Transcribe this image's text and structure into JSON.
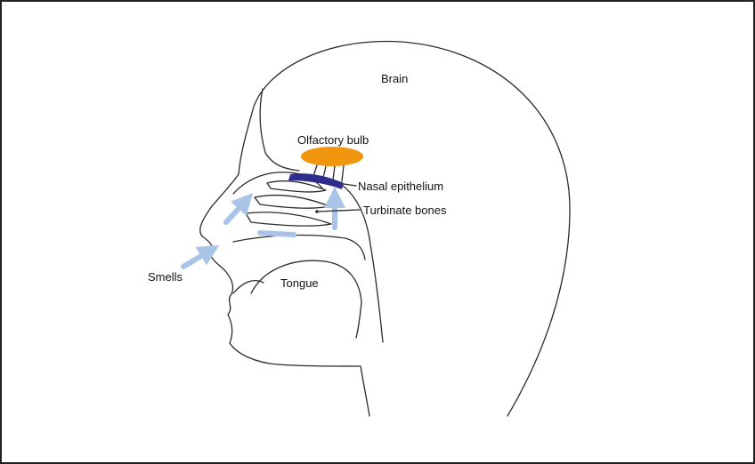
{
  "labels": {
    "brain": "Brain",
    "olfactory_bulb": "Olfactory bulb",
    "nasal_epithelium": "Nasal epithelium",
    "turbinate_bones": "Turbinate bones",
    "smells": "Smells",
    "tongue": "Tongue"
  },
  "colors": {
    "olfactory_bulb": "#f0960f",
    "nasal_epithelium": "#2e2d8c",
    "air_flow": "#a9c4e6",
    "outline": "#2b2b2b"
  }
}
